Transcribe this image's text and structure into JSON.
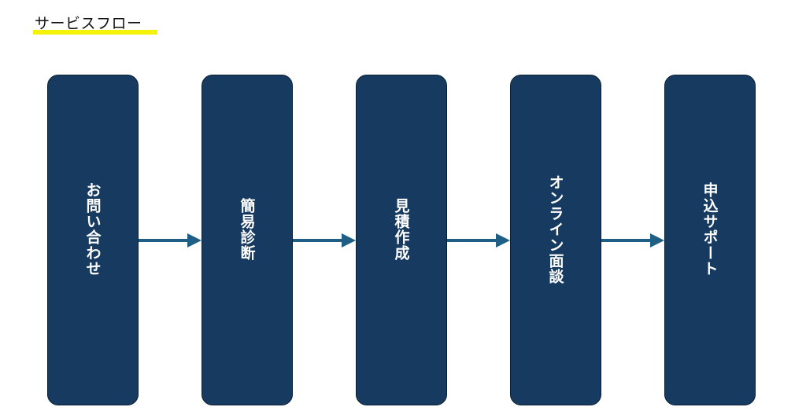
{
  "header": {
    "title": "サービスフロー"
  },
  "steps": [
    {
      "label": "お問い合わせ"
    },
    {
      "label": "簡易診断"
    },
    {
      "label": "見積作成"
    },
    {
      "label": "オンライン面談"
    },
    {
      "label": "申込サポート"
    }
  ],
  "colors": {
    "box_fill": "#173b60",
    "arrow": "#1f5f86",
    "title_highlight": "#f5f20a"
  }
}
